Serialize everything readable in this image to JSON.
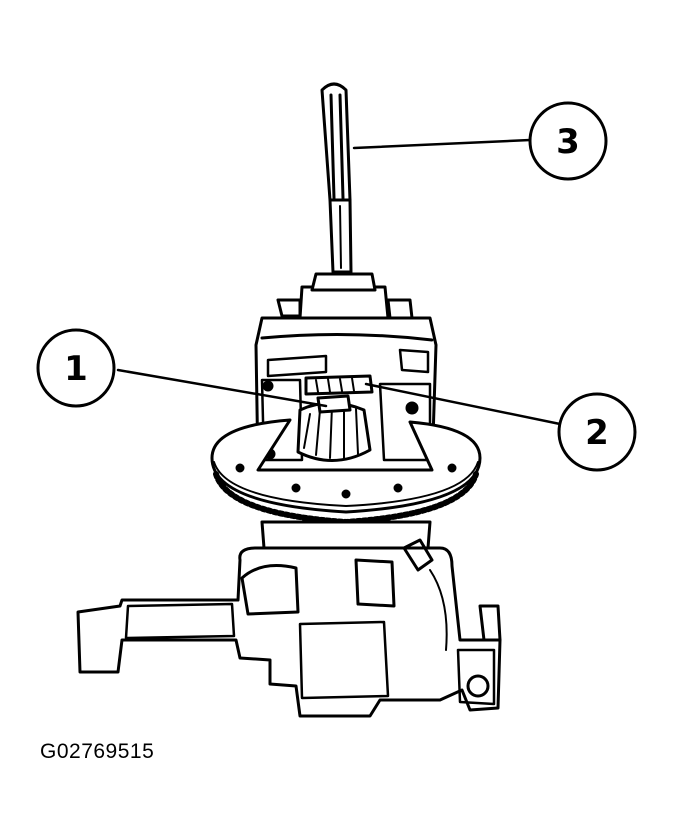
{
  "figure": {
    "id_code": "G02769515",
    "callouts": [
      {
        "label": "1"
      },
      {
        "label": "2"
      },
      {
        "label": "3"
      }
    ]
  }
}
